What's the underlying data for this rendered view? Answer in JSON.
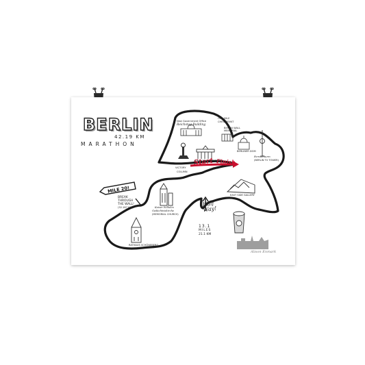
{
  "poster": {
    "title": "BERLIN",
    "distance": "42.19 KM",
    "event": "MARATHON"
  },
  "route": {
    "start_label": "Start",
    "finish_label": "Finish",
    "half_way_line1": "Half",
    "half_way_line2": "Way!",
    "half_way_miles": "13.1",
    "half_way_miles_label": "MILES",
    "half_way_time": "21.1 KM",
    "mile_marker": "MILE 20!",
    "mile_note_line1": "BREAK",
    "mile_note_line2": "THROUGH",
    "mile_note_line3": "THE WALL!",
    "mile_note_line4": "(32.187 KM)"
  },
  "landmarks": {
    "reichstag_line1": "New Government Office",
    "reichstag_line2": "Reichstag Building",
    "checkpoint_line1": "ONE MILE",
    "checkpoint_line2": "CHECKPOINT",
    "wall_memorial_line1": "BERLIN WALL",
    "wall_memorial_line2": "MEMORIAL",
    "victory_line1": "VICTORY",
    "victory_line2": "COLUMN",
    "gate": "BRANDENBURG GATE",
    "cathedral": "BERLINER DOM",
    "tower_line1": "Fernsehturm",
    "tower_line2": "(BERLIN TV TOWER)",
    "east_side": "EAST SIDE GALLERY",
    "church_line1": "Kaiser Wilhelm",
    "church_line2": "Gedächtniskirche",
    "church_line3": "(MEMORIAL CHURCH)",
    "rathaus": "RATHAUS SCHÖNEBERG"
  },
  "signature": "Alison Enmark",
  "colors": {
    "ink": "#1a1a1a",
    "accent_red": "#c8102e",
    "skyline_gray": "#9e9e9e",
    "clip": "#2a2a2a"
  },
  "icons": [
    "binder-clip-icon",
    "binder-clip-icon",
    "tv-tower-icon",
    "beer-glass-icon",
    "wall-sign-icon"
  ]
}
